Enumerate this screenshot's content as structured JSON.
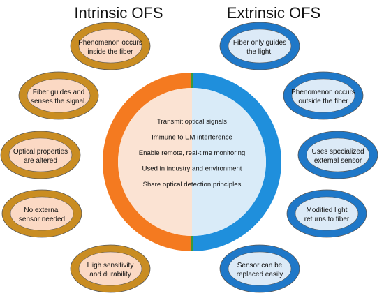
{
  "diagram": {
    "left_title": "Intrinsic OFS",
    "right_title": "Extrinsic OFS",
    "center_items": [
      "Transmit optical signals",
      "Immune to EM interference",
      "Enable remote, real-time monitoring",
      "Used in industry and environment",
      "Share optical detection principles"
    ],
    "intrinsic_nodes": [
      [
        "Phenomenon occurs",
        "inside the fiber"
      ],
      [
        "Fiber guides and",
        "senses the signal."
      ],
      [
        "Optical properties",
        "are altered"
      ],
      [
        "No external",
        "sensor needed"
      ],
      [
        "High sensitivity",
        "and durability"
      ]
    ],
    "extrinsic_nodes": [
      [
        "Fiber only guides",
        "the light."
      ],
      [
        "Phenomenon occurs",
        "outside the fiber"
      ],
      [
        "Uses specialized",
        "external sensor"
      ],
      [
        "Modified light",
        "returns to fiber"
      ],
      [
        "Sensor can be",
        "replaced easily"
      ]
    ]
  },
  "colors": {
    "intrinsic_ring": "#f47a20",
    "intrinsic_inner": "#fbe3d3",
    "intrinsic_node_ring": "#c98d22",
    "intrinsic_node_fill": "#fbd9c4",
    "extrinsic_ring": "#1f8fdc",
    "extrinsic_inner": "#d9ebf8",
    "extrinsic_node_ring": "#1f78c8",
    "extrinsic_node_fill": "#dceaf7",
    "divider": "#3a9a3a"
  }
}
